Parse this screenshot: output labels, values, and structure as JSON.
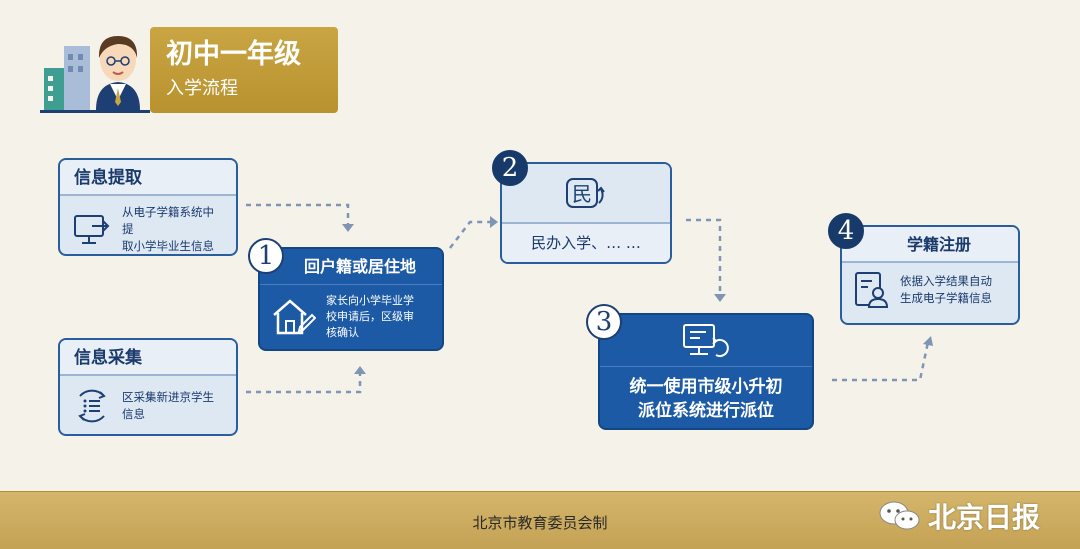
{
  "header": {
    "title": "初中一年级",
    "subtitle": "入学流程"
  },
  "cards": {
    "info_extract": {
      "title": "信息提取",
      "text_1": "从电子学籍系统中提",
      "text_2": "取小学毕业生信息",
      "icon": "monitor-arrow-icon"
    },
    "info_collect": {
      "title": "信息采集",
      "text": "区采集新进京学生信息",
      "icon": "list-cycle-icon"
    },
    "step1": {
      "number": "1",
      "title": "回户籍或居住地",
      "text_1": "家长向小学毕业学",
      "text_2": "校申请后，区级审",
      "text_3": "核确认",
      "icon": "house-pen-icon"
    },
    "step2": {
      "number": "2",
      "text": "民办入学、… …",
      "icon_glyph": "民",
      "icon": "min-glyph-icon"
    },
    "step3": {
      "number": "3",
      "text_1": "统一使用市级小升初",
      "text_2": "派位系统进行派位",
      "icon": "computer-refresh-icon"
    },
    "step4": {
      "number": "4",
      "title": "学籍注册",
      "text_1": "依据入学结果自动",
      "text_2": "生成电子学籍信息",
      "icon": "id-card-icon"
    }
  },
  "footer": {
    "credit": "北京市教育委员会制",
    "brand": "北京日报",
    "brand_icon": "wechat-icon"
  },
  "colors": {
    "background": "#f5f2ea",
    "gold": "#c4a255",
    "dark_blue": "#1d5aa6",
    "light_blue": "#dde8f3",
    "text_blue": "#1a3a6b"
  }
}
